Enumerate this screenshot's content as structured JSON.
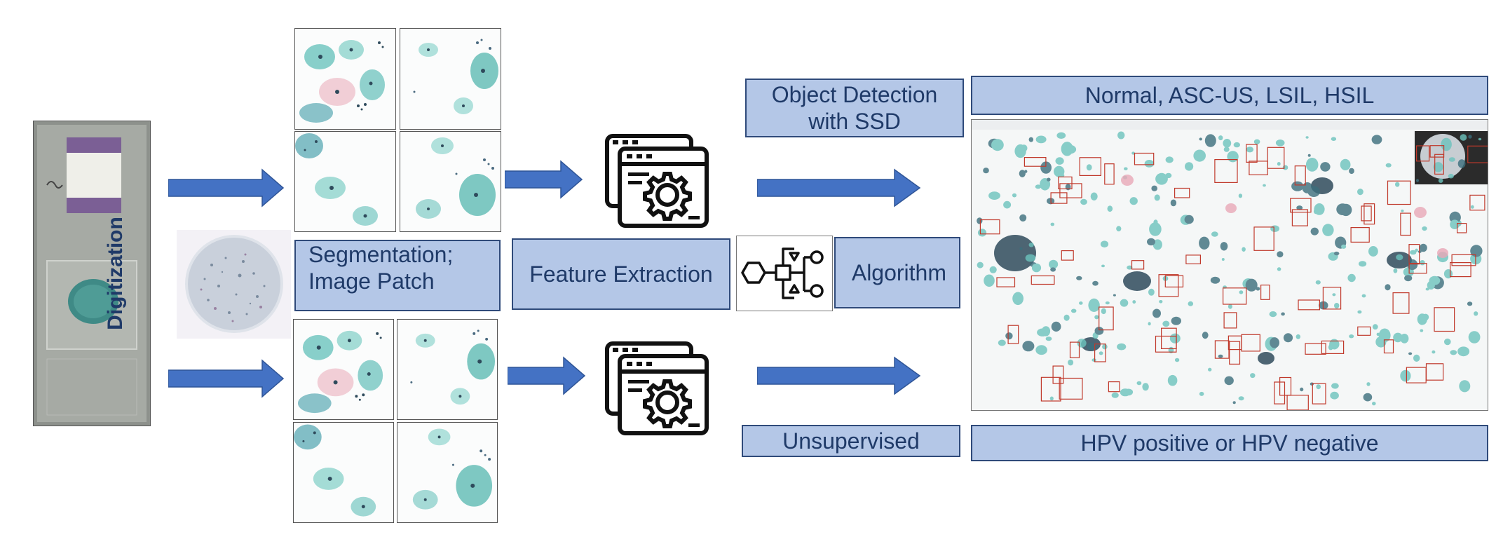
{
  "labels": {
    "digitization": "Digitization",
    "segmentation_line1": "Segmentation;",
    "segmentation_line2": "Image Patch",
    "feature_extraction": "Feature Extraction",
    "algorithm": "Algorithm",
    "object_detection_line1": "Object Detection",
    "object_detection_line2": "with SSD",
    "unsupervised": "Unsupervised",
    "classes_supervised": "Normal, ASC-US, LSIL, HSIL",
    "classes_unsupervised": "HPV positive or HPV negative"
  },
  "icons": {
    "slide": "glass-slide-image",
    "smear": "whole-slide-smear-image",
    "patch": "cell-patch-image",
    "processing": "gear-window-icon",
    "algorithm": "flowchart-icon",
    "detection": "detection-result-screenshot"
  },
  "colors": {
    "box_fill": "#b4c7e7",
    "box_border": "#2f4a7a",
    "arrow": "#4472c4",
    "text": "#1f3a68",
    "cell": "#6cc3bd",
    "nucleus": "#2f4b5c",
    "pink_cell": "#e9a7b7",
    "detect_box": "#c0392b"
  }
}
